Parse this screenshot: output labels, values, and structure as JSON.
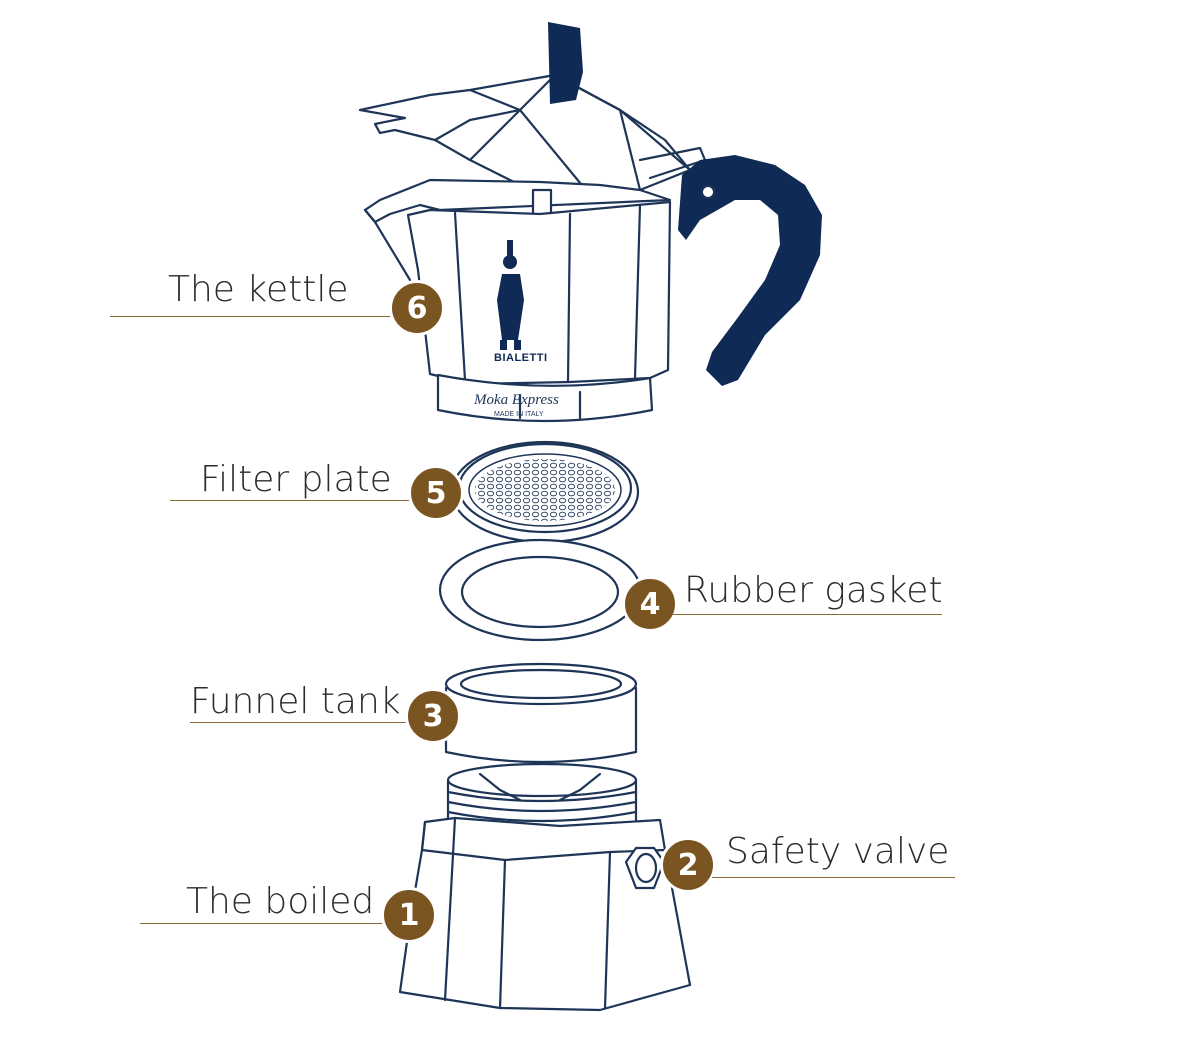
{
  "parts": [
    {
      "number": "6",
      "label": "The kettle"
    },
    {
      "number": "5",
      "label": "Filter plate"
    },
    {
      "number": "4",
      "label": "Rubber gasket"
    },
    {
      "number": "3",
      "label": "Funnel tank"
    },
    {
      "number": "2",
      "label": "Safety valve"
    },
    {
      "number": "1",
      "label": "The boiled"
    }
  ],
  "branding": {
    "logo_text": "BIALETTI",
    "model_text": "Moka Express",
    "origin_text": "MADE IN ITALY"
  },
  "colors": {
    "outline": "#1f3558",
    "handle": "#0f2a55",
    "badge": "#7a5522",
    "rule": "#8b6a3a"
  }
}
